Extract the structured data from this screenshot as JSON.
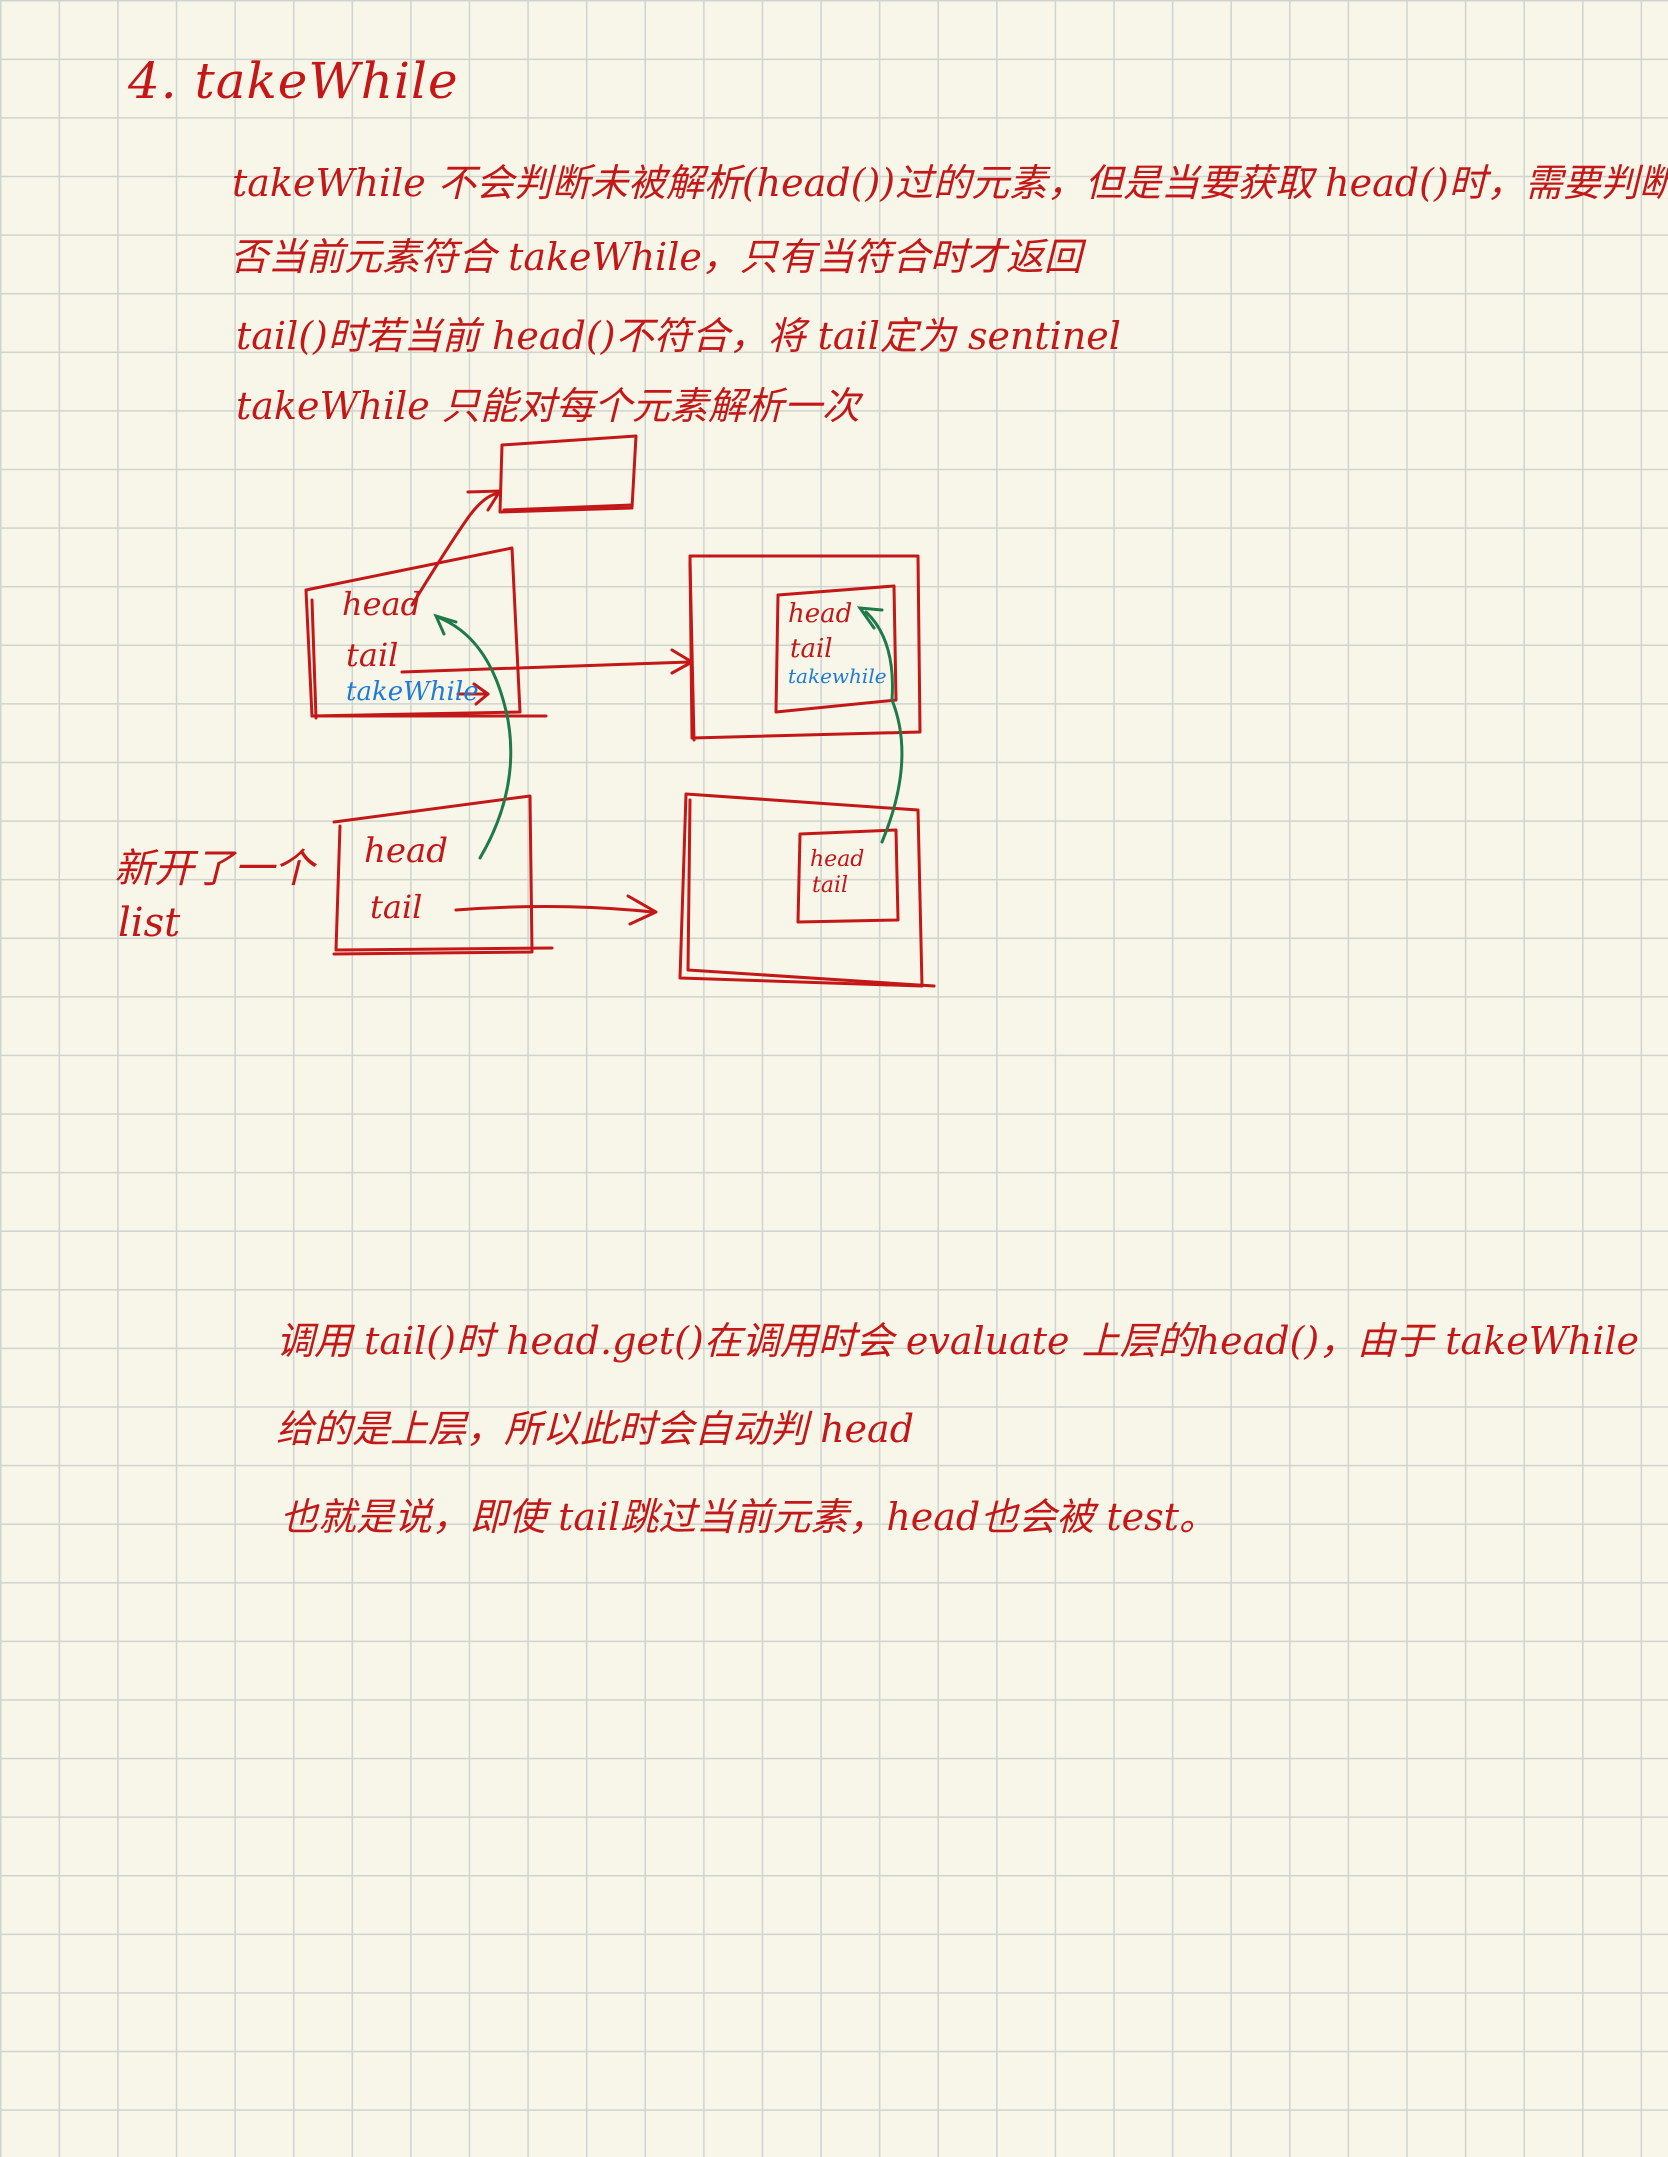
{
  "heading": "4. takeWhile",
  "notes": [
    "takeWhile 不会判断未被解析(head())过的元素，但是当要获取 head()时，需要判断是",
    "否当前元素符合 takeWhile，只有当符合时才返回",
    "tail()时若当前 head()不符合，将 tail定为 sentinel",
    "takeWhile 只能对每个元素解析一次"
  ],
  "side_note": [
    "新开了一个",
    "list"
  ],
  "bottom_notes": [
    "调用 tail()时 head.get()在调用时会 evaluate 上层的head()，由于 takeWhile",
    "给的是上层，所以此时会自动判 head",
    "也就是说，即使 tail跳过当前元素，head也会被 test。"
  ],
  "diagram_labels": {
    "left_top": {
      "head": "head",
      "tail": "tail",
      "takewhile": "takeWhile"
    },
    "right_top": {
      "head": "head",
      "tail": "tail",
      "takewhile": "takewhile"
    },
    "left_bottom": {
      "head": "head",
      "tail": "tail"
    },
    "right_bottom": {
      "head": "head",
      "tail": "tail"
    }
  },
  "colors": {
    "ink_red": "#c41717",
    "ink_green": "#1f7a4a",
    "ink_blue": "#1e7bd6",
    "paper": "#f8f6e8",
    "grid": "#cfd4d0"
  }
}
